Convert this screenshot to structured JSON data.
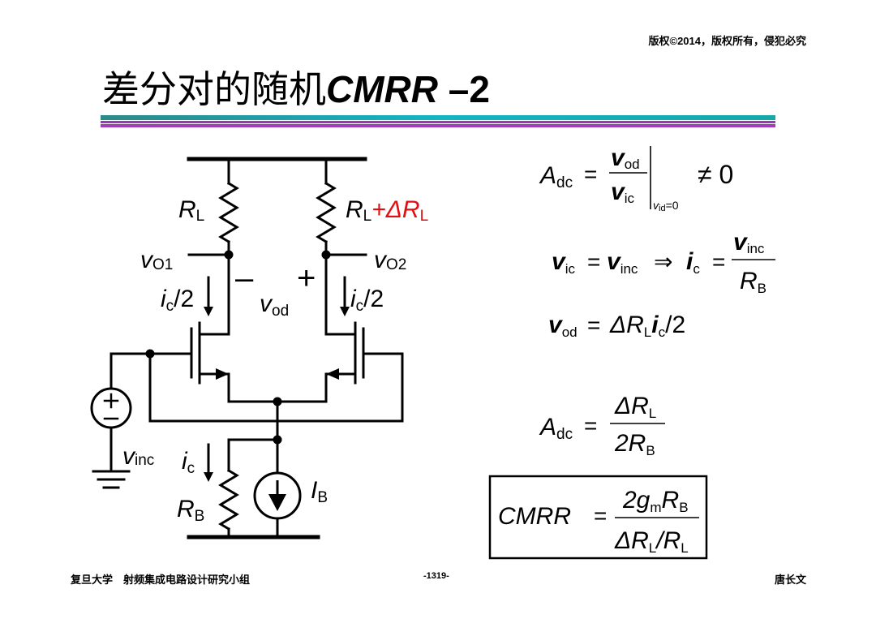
{
  "header": {
    "copyright": "版权©2014，版权所有，侵犯必究"
  },
  "title": {
    "chinese": "差分对的随机",
    "english": "CMRR",
    "suffix": " –2"
  },
  "circuit": {
    "rl_left": {
      "base": "R",
      "sub": "L"
    },
    "rl_right": {
      "base": "R",
      "sub": "L",
      "delta": "+ΔR",
      "delta_sub": "L"
    },
    "vo1": {
      "base": "v",
      "sub": "O1"
    },
    "vo2": {
      "base": "v",
      "sub": "O2"
    },
    "minus_sign": "–",
    "plus_sign": "+",
    "vod": {
      "base": "v",
      "sub": "od"
    },
    "ic_half_left": {
      "base": "i",
      "sub": "c",
      "suffix": "/2"
    },
    "ic_half_right": {
      "base": "i",
      "sub": "c",
      "suffix": "/2"
    },
    "vinc": {
      "base": "v",
      "sub": "inc"
    },
    "ic_bottom": {
      "base": "i",
      "sub": "c"
    },
    "rb": {
      "base": "R",
      "sub": "B"
    },
    "ib": {
      "base": "I",
      "sub": "B"
    }
  },
  "equations": {
    "eq1": {
      "lhs": "A",
      "lhs_sub": "dc",
      "eq": "=",
      "num": "v",
      "num_sub": "od",
      "den": "v",
      "den_sub": "ic",
      "cond": "v",
      "cond_sub": "id",
      "cond_rest": "=0",
      "rel": "≠ 0"
    },
    "eq2": {
      "lhs": "v",
      "lhs_sub": "ic",
      "eq": "=",
      "mid": "v",
      "mid_sub": "inc",
      "implies": "⇒",
      "ic": "i",
      "ic_sub": "c",
      "eq2": "=",
      "num": "v",
      "num_sub": "inc",
      "den": "R",
      "den_sub": "B"
    },
    "eq3": {
      "lhs": "v",
      "lhs_sub": "od",
      "eq": "=",
      "delta": "ΔR",
      "delta_sub": "L",
      "i": "i",
      "i_sub": "c",
      "tail": "/2"
    },
    "eq4": {
      "lhs": "A",
      "lhs_sub": "dc",
      "eq": "=",
      "num": "ΔR",
      "num_sub": "L",
      "den": "2R",
      "den_sub": "B"
    },
    "eq5": {
      "lhs": "CMRR",
      "eq": "=",
      "num_pre": "2g",
      "num_sub1": "m",
      "num_r": "R",
      "num_sub2": "B",
      "den_pre": "ΔR",
      "den_sub1": "L",
      "den_slash": "/R",
      "den_sub2": "L"
    }
  },
  "footer": {
    "left": "复旦大学　射频集成电路设计研究小组",
    "center": "-1319-",
    "right": "唐长文"
  }
}
